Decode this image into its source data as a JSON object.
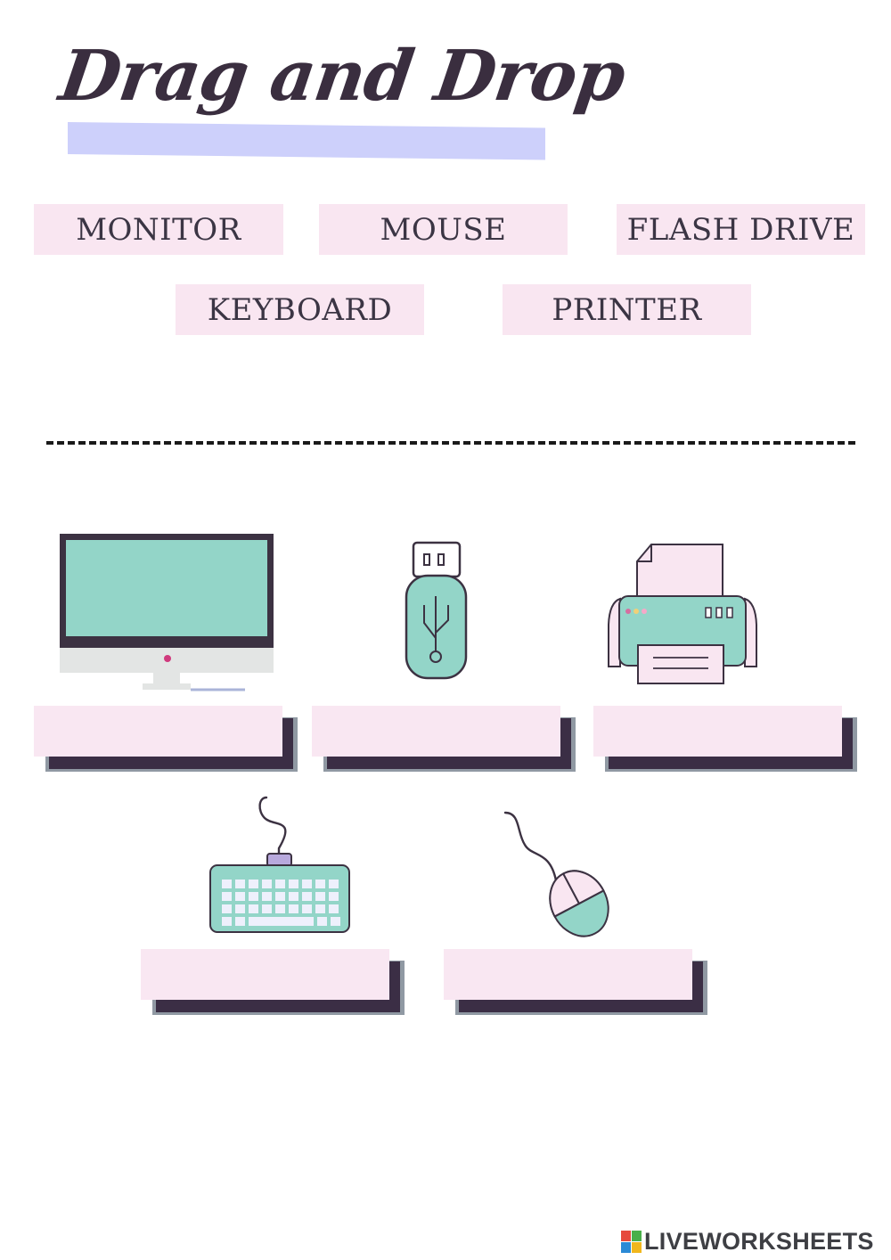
{
  "title": "Drag and Drop",
  "word_bank": [
    "MONITOR",
    "MOUSE",
    "FLASH DRIVE",
    "KEYBOARD",
    "PRINTER"
  ],
  "images": [
    "monitor-icon",
    "flash-drive-icon",
    "printer-icon",
    "keyboard-icon",
    "mouse-icon"
  ],
  "drop_zones": [
    "",
    "",
    "",
    "",
    ""
  ],
  "footer": {
    "brand": "LIVEWORKSHEETS"
  },
  "colors": {
    "chip": "#f9e6f1",
    "title_underline": "#cdd0fb",
    "title_text": "#3a2e3f",
    "mint": "#93d5c8",
    "shadow_dark": "#3b2e45",
    "shadow_gray": "#9099a3"
  }
}
